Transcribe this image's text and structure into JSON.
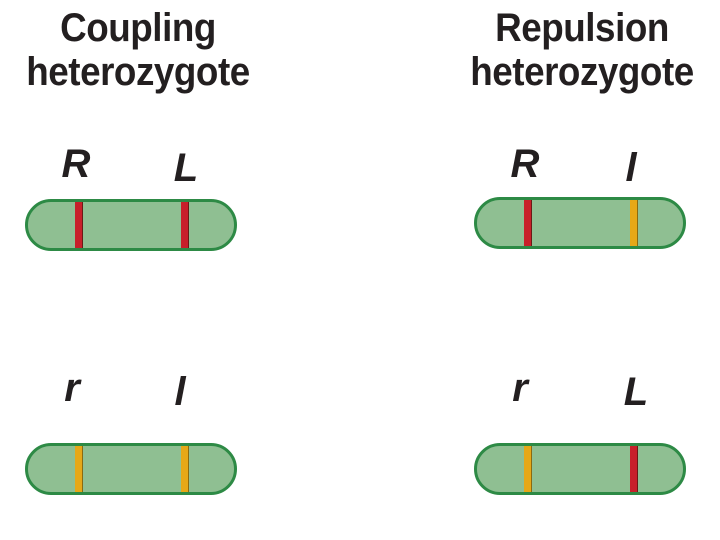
{
  "coupling": {
    "title_line1": "Coupling",
    "title_line2": "heterozygote",
    "top": {
      "allele_left": "R",
      "allele_right": "L",
      "band_left_color": "#c8202a",
      "band_right_color": "#c8202a"
    },
    "bottom": {
      "allele_left": "r",
      "allele_right": "l",
      "band_left_color": "#e6a817",
      "band_right_color": "#e6a817"
    }
  },
  "repulsion": {
    "title_line1": "Repulsion",
    "title_line2": "heterozygote",
    "top": {
      "allele_left": "R",
      "allele_right": "l",
      "band_left_color": "#c8202a",
      "band_right_color": "#e6a817"
    },
    "bottom": {
      "allele_left": "r",
      "allele_right": "L",
      "band_left_color": "#e6a817",
      "band_right_color": "#c8202a"
    }
  },
  "colors": {
    "dominant_allele": "#c8202a",
    "recessive_allele": "#e6a817",
    "chromosome_fill": "#8fbf92",
    "chromosome_outline": "#2d8a45"
  }
}
